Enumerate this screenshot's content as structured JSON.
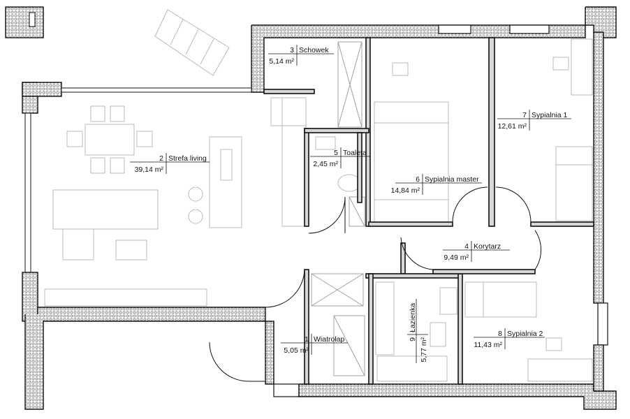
{
  "rooms": [
    {
      "id": "wiatrolap",
      "number": "1",
      "name": "Wiatrołap",
      "area": "5,05 m²"
    },
    {
      "id": "strefa-living",
      "number": "2",
      "name": "Strefa living",
      "area": "39,14 m²"
    },
    {
      "id": "schowek",
      "number": "3",
      "name": "Schowek",
      "area": "5,14 m²"
    },
    {
      "id": "korytarz",
      "number": "4",
      "name": "Korytarz",
      "area": "9,49 m²"
    },
    {
      "id": "toaleta",
      "number": "5",
      "name": "Toaleta",
      "area": "2,45 m²"
    },
    {
      "id": "sypialnia-master",
      "number": "6",
      "name": "Sypialnia master",
      "area": "14,84 m²"
    },
    {
      "id": "sypialnia-1",
      "number": "7",
      "name": "Sypialnia 1",
      "area": "12,61 m²"
    },
    {
      "id": "sypialnia-2",
      "number": "8",
      "name": "Sypialnia 2",
      "area": "11,43 m²"
    },
    {
      "id": "lazienka",
      "number": "9",
      "name": "Łazienka",
      "area": "5,77 m²"
    }
  ],
  "colors": {
    "wall_fill": "#d7d7d7",
    "line": "#111111",
    "furniture": "#b9b9b9"
  }
}
